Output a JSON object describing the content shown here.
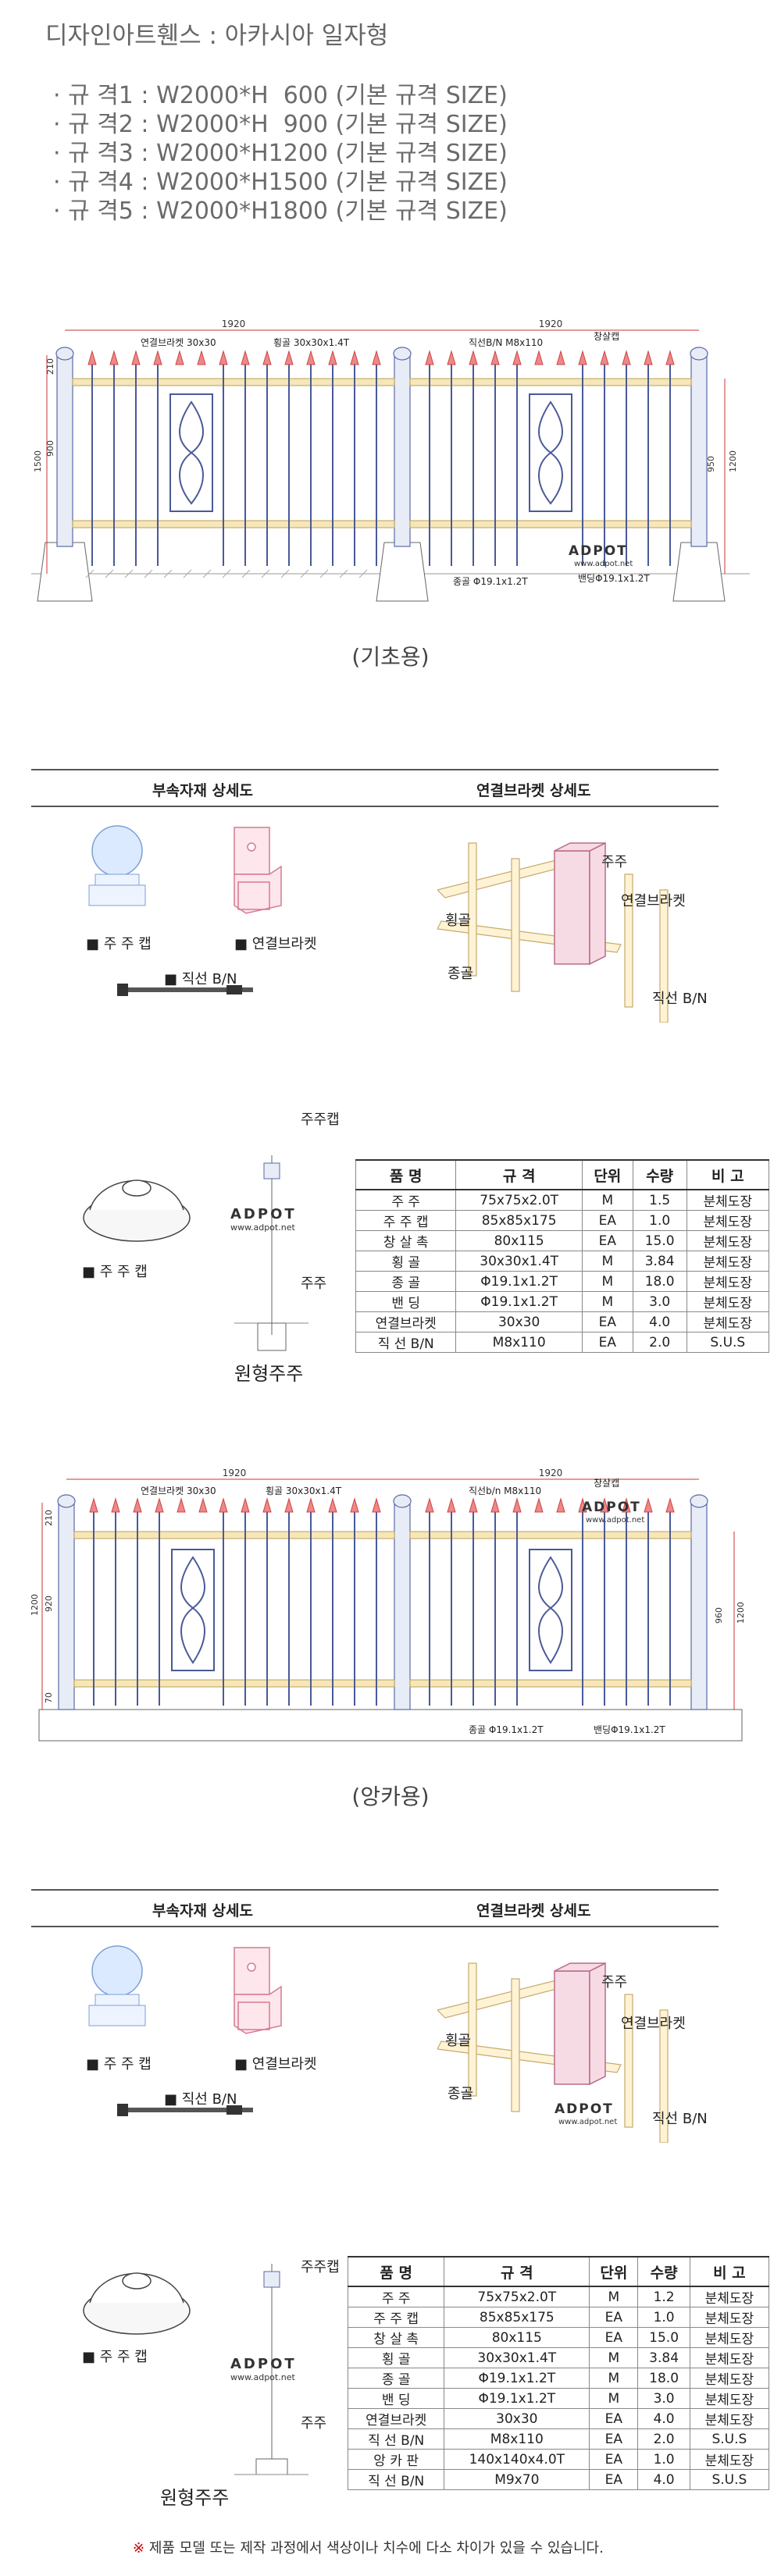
{
  "title": "디자인아트휀스 : 아카시아 일자형",
  "specs": [
    "· 규 격1 : W2000*H  600 (기본 규격 SIZE)",
    "· 규 격2 : W2000*H  900 (기본 규격 SIZE)",
    "· 규 격3 : W2000*H1200 (기본 규격 SIZE)",
    "· 규 격4 : W2000*H1500 (기본 규격 SIZE)",
    "· 규 격5 : W2000*H1800 (기본 규격 SIZE)"
  ],
  "drawing1": {
    "dims": {
      "w1": "1920",
      "w2": "1920",
      "h_total": "1500",
      "h_top": "210",
      "h_mid": "900",
      "h_right": "1200",
      "h_inner": "950"
    },
    "notes": {
      "bracket": "연결브라켓 30x30",
      "rail": "횡골 30x30x1.4T",
      "bolt": "직선B/N M8x110",
      "cap": "창살캡",
      "vert": "종골 Φ19.1x1.2T",
      "band": "밴딩Φ19.1x1.2T"
    },
    "caption": "(기초용)"
  },
  "drawing2": {
    "dims": {
      "w1": "1920",
      "w2": "1920",
      "h_total": "1200",
      "h_top": "210",
      "h_mid": "920",
      "h_base": "70",
      "h_right": "1200",
      "h_inner": "960"
    },
    "notes": {
      "bracket": "연결브라켓 30x30",
      "rail": "횡골 30x30x1.4T",
      "bolt": "직선b/n M8x110",
      "cap": "창살캡",
      "vert": "종골 Φ19.1x1.2T",
      "band": "밴딩Φ19.1x1.2T"
    },
    "caption": "(앙카용)"
  },
  "logo": {
    "name": "ADPOT",
    "url": "www.adpot.net"
  },
  "detail1": {
    "sec_parts": "부속자재 상세도",
    "sec_bracket": "연결브라켓 상세도",
    "cap_label": "■ 주 주 캡",
    "bracket_label": "■ 연결브라켓",
    "bolt_label": "■ 직선 B/N",
    "iso": {
      "post": "주주",
      "bracket": "연결브라켓",
      "rail": "횡골",
      "vert": "종골",
      "bolt": "직선 B/N"
    }
  },
  "post1": {
    "cap_label": "■ 주 주 캡",
    "top": "주주캡",
    "mid": "주주",
    "caption": "원형주주"
  },
  "table1": {
    "headers": [
      "품   명",
      "규   격",
      "단위",
      "수량",
      "비   고"
    ],
    "rows": [
      [
        "주   주",
        "75x75x2.0T",
        "M",
        "1.5",
        "분체도장"
      ],
      [
        "주 주 캡",
        "85x85x175",
        "EA",
        "1.0",
        "분체도장"
      ],
      [
        "창 살 촉",
        "80x115",
        "EA",
        "15.0",
        "분체도장"
      ],
      [
        "횡   골",
        "30x30x1.4T",
        "M",
        "3.84",
        "분체도장"
      ],
      [
        "종   골",
        "Φ19.1x1.2T",
        "M",
        "18.0",
        "분체도장"
      ],
      [
        "밴   딩",
        "Φ19.1x1.2T",
        "M",
        "3.0",
        "분체도장"
      ],
      [
        "연결브라켓",
        "30x30",
        "EA",
        "4.0",
        "분체도장"
      ],
      [
        "직 선 B/N",
        "M8x110",
        "EA",
        "2.0",
        "S.U.S"
      ]
    ]
  },
  "detail2": {
    "sec_parts": "부속자재 상세도",
    "sec_bracket": "연결브라켓 상세도",
    "cap_label": "■ 주 주 캡",
    "bracket_label": "■ 연결브라켓",
    "bolt_label": "■ 직선 B/N",
    "iso": {
      "post": "주주",
      "bracket": "연결브라켓",
      "rail": "횡골",
      "vert": "종골",
      "bolt": "직선 B/N"
    }
  },
  "post2": {
    "cap_label": "■ 주 주 캡",
    "top": "주주캡",
    "mid": "주주",
    "caption": "원형주주"
  },
  "table2": {
    "headers": [
      "품   명",
      "규   격",
      "단위",
      "수량",
      "비   고"
    ],
    "rows": [
      [
        "주   주",
        "75x75x2.0T",
        "M",
        "1.2",
        "분체도장"
      ],
      [
        "주 주 캡",
        "85x85x175",
        "EA",
        "1.0",
        "분체도장"
      ],
      [
        "창 살 촉",
        "80x115",
        "EA",
        "15.0",
        "분체도장"
      ],
      [
        "횡   골",
        "30x30x1.4T",
        "M",
        "3.84",
        "분체도장"
      ],
      [
        "종   골",
        "Φ19.1x1.2T",
        "M",
        "18.0",
        "분체도장"
      ],
      [
        "밴   딩",
        "Φ19.1x1.2T",
        "M",
        "3.0",
        "분체도장"
      ],
      [
        "연결브라켓",
        "30x30",
        "EA",
        "4.0",
        "분체도장"
      ],
      [
        "직 선 B/N",
        "M8x110",
        "EA",
        "2.0",
        "S.U.S"
      ],
      [
        "앙 카 판",
        "140x140x4.0T",
        "EA",
        "1.0",
        "분체도장"
      ],
      [
        "직 선 B/N",
        "M9x70",
        "EA",
        "4.0",
        "S.U.S"
      ]
    ]
  },
  "footer": {
    "mark": "※",
    "text": " 제품 모델 또는 제작 과정에서 색상이나 치수에 다소 차이가 있을 수 있습니다."
  }
}
